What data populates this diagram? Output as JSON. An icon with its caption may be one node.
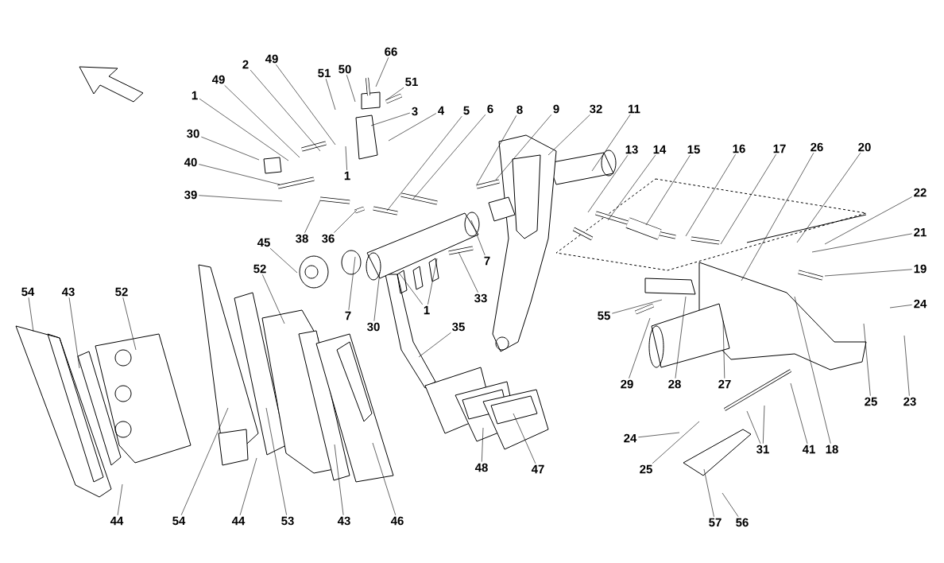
{
  "diagram": {
    "nodes": [
      {
        "text": [
          "66"
        ]
      },
      {
        "text": [
          "51"
        ]
      },
      {
        "text": [
          "50"
        ]
      },
      {
        "text": [
          "51"
        ]
      },
      {
        "text": [
          "49"
        ]
      },
      {
        "text": [
          "2"
        ]
      },
      {
        "text": [
          "49"
        ]
      },
      {
        "text": [
          "1"
        ]
      },
      {
        "text": [
          "30"
        ]
      },
      {
        "text": [
          "3"
        ]
      },
      {
        "text": [
          "4"
        ]
      },
      {
        "text": [
          "5"
        ]
      },
      {
        "text": [
          "6"
        ]
      },
      {
        "text": [
          "8"
        ]
      },
      {
        "text": [
          "9"
        ]
      },
      {
        "text": [
          "32"
        ]
      },
      {
        "text": [
          "11"
        ]
      },
      {
        "text": [
          "1"
        ]
      },
      {
        "text": [
          "40"
        ]
      },
      {
        "text": [
          "39"
        ]
      },
      {
        "text": [
          "38"
        ]
      },
      {
        "text": [
          "36"
        ]
      },
      {
        "text": [
          "13"
        ]
      },
      {
        "text": [
          "14"
        ]
      },
      {
        "text": [
          "15"
        ]
      },
      {
        "text": [
          "16"
        ]
      },
      {
        "text": [
          "17"
        ]
      },
      {
        "text": [
          "26"
        ]
      },
      {
        "text": [
          "20"
        ]
      },
      {
        "text": [
          "22"
        ]
      },
      {
        "text": [
          "21"
        ]
      },
      {
        "text": [
          "19"
        ]
      },
      {
        "text": [
          "45"
        ]
      },
      {
        "text": [
          "7"
        ]
      },
      {
        "text": [
          "7"
        ]
      },
      {
        "text": [
          "33"
        ]
      },
      {
        "text": [
          "30"
        ]
      },
      {
        "text": [
          "1"
        ]
      },
      {
        "text": [
          "52"
        ]
      },
      {
        "text": [
          "54"
        ]
      },
      {
        "text": [
          "43"
        ]
      },
      {
        "text": [
          "52"
        ]
      },
      {
        "text": [
          "35"
        ]
      },
      {
        "text": [
          "55"
        ]
      },
      {
        "text": [
          "29"
        ]
      },
      {
        "text": [
          "28"
        ]
      },
      {
        "text": [
          "27"
        ]
      },
      {
        "text": [
          "25"
        ]
      },
      {
        "text": [
          "23"
        ]
      },
      {
        "text": [
          "24"
        ]
      },
      {
        "text": [
          "18"
        ]
      },
      {
        "text": [
          "41"
        ]
      },
      {
        "text": [
          "31"
        ]
      },
      {
        "text": [
          "24"
        ]
      },
      {
        "text": [
          "25"
        ]
      },
      {
        "text": [
          "48"
        ]
      },
      {
        "text": [
          "47"
        ]
      },
      {
        "text": [
          "44"
        ]
      },
      {
        "text": [
          "54"
        ]
      },
      {
        "text": [
          "44"
        ]
      },
      {
        "text": [
          "53"
        ]
      },
      {
        "text": [
          "43"
        ]
      },
      {
        "text": [
          "46"
        ]
      },
      {
        "text": [
          "57"
        ]
      },
      {
        "text": [
          "56"
        ]
      }
    ],
    "edges": [
      {
        "from": 0,
        "to": null,
        "arrow": "none"
      },
      {
        "from": 1,
        "to": null,
        "arrow": "none"
      },
      {
        "from": 2,
        "to": null,
        "arrow": "none"
      },
      {
        "from": 3,
        "to": null,
        "arrow": "none"
      },
      {
        "from": 4,
        "to": null,
        "arrow": "none"
      },
      {
        "from": 5,
        "to": null,
        "arrow": "none"
      },
      {
        "from": 6,
        "to": null,
        "arrow": "none"
      },
      {
        "from": 7,
        "to": null,
        "arrow": "none"
      },
      {
        "from": 8,
        "to": null,
        "arrow": "none"
      },
      {
        "from": 9,
        "to": null,
        "arrow": "none"
      },
      {
        "from": 10,
        "to": null,
        "arrow": "none"
      },
      {
        "from": 11,
        "to": null,
        "arrow": "none"
      },
      {
        "from": 12,
        "to": null,
        "arrow": "none"
      },
      {
        "from": 13,
        "to": null,
        "arrow": "none"
      },
      {
        "from": 14,
        "to": null,
        "arrow": "none"
      },
      {
        "from": 15,
        "to": null,
        "arrow": "none"
      },
      {
        "from": 16,
        "to": null,
        "arrow": "none"
      },
      {
        "from": 17,
        "to": null,
        "arrow": "none"
      },
      {
        "from": 18,
        "to": null,
        "arrow": "none"
      },
      {
        "from": 19,
        "to": null,
        "arrow": "none"
      },
      {
        "from": 20,
        "to": null,
        "arrow": "none"
      },
      {
        "from": 21,
        "to": null,
        "arrow": "none"
      },
      {
        "from": 22,
        "to": null,
        "arrow": "none"
      },
      {
        "from": 23,
        "to": null,
        "arrow": "none"
      },
      {
        "from": 24,
        "to": null,
        "arrow": "none"
      },
      {
        "from": 25,
        "to": null,
        "arrow": "none"
      },
      {
        "from": 26,
        "to": null,
        "arrow": "none"
      },
      {
        "from": 27,
        "to": null,
        "arrow": "none"
      },
      {
        "from": 28,
        "to": null,
        "arrow": "none"
      },
      {
        "from": 29,
        "to": null,
        "arrow": "none"
      },
      {
        "from": 30,
        "to": null,
        "arrow": "none"
      },
      {
        "from": 31,
        "to": null,
        "arrow": "none"
      },
      {
        "from": 32,
        "to": null,
        "arrow": "none"
      },
      {
        "from": 33,
        "to": null,
        "arrow": "none"
      },
      {
        "from": 34,
        "to": null,
        "arrow": "none"
      },
      {
        "from": 35,
        "to": null,
        "arrow": "none"
      },
      {
        "from": 36,
        "to": null,
        "arrow": "none"
      },
      {
        "from": 37,
        "to": null,
        "arrow": "none"
      },
      {
        "from": 37,
        "to": null,
        "arrow": "none"
      },
      {
        "from": 38,
        "to": null,
        "arrow": "none"
      },
      {
        "from": 39,
        "to": null,
        "arrow": "none"
      },
      {
        "from": 40,
        "to": null,
        "arrow": "none"
      },
      {
        "from": 41,
        "to": null,
        "arrow": "none"
      },
      {
        "from": 42,
        "to": null,
        "arrow": "none"
      },
      {
        "from": 43,
        "to": null,
        "arrow": "none"
      },
      {
        "from": 44,
        "to": null,
        "arrow": "none"
      },
      {
        "from": 45,
        "to": null,
        "arrow": "none"
      },
      {
        "from": 46,
        "to": null,
        "arrow": "none"
      },
      {
        "from": 47,
        "to": null,
        "arrow": "none"
      },
      {
        "from": 48,
        "to": null,
        "arrow": "none"
      },
      {
        "from": 49,
        "to": null,
        "arrow": "none"
      },
      {
        "from": 50,
        "to": null,
        "arrow": "none"
      },
      {
        "from": 51,
        "to": null,
        "arrow": "none"
      },
      {
        "from": 52,
        "to": null,
        "arrow": "none"
      },
      {
        "from": 52,
        "to": null,
        "arrow": "none"
      },
      {
        "from": 53,
        "to": null,
        "arrow": "none"
      },
      {
        "from": 54,
        "to": null,
        "arrow": "none"
      },
      {
        "from": 55,
        "to": null,
        "arrow": "none"
      },
      {
        "from": 56,
        "to": null,
        "arrow": "none"
      },
      {
        "from": 57,
        "to": null,
        "arrow": "none"
      },
      {
        "from": 58,
        "to": null,
        "arrow": "none"
      },
      {
        "from": 59,
        "to": null,
        "arrow": "none"
      },
      {
        "from": 60,
        "to": null,
        "arrow": "none"
      },
      {
        "from": 61,
        "to": null,
        "arrow": "none"
      },
      {
        "from": 62,
        "to": null,
        "arrow": "none"
      },
      {
        "from": 63,
        "to": null,
        "arrow": "none"
      },
      {
        "from": 64,
        "to": null,
        "arrow": "none"
      }
    ]
  }
}
